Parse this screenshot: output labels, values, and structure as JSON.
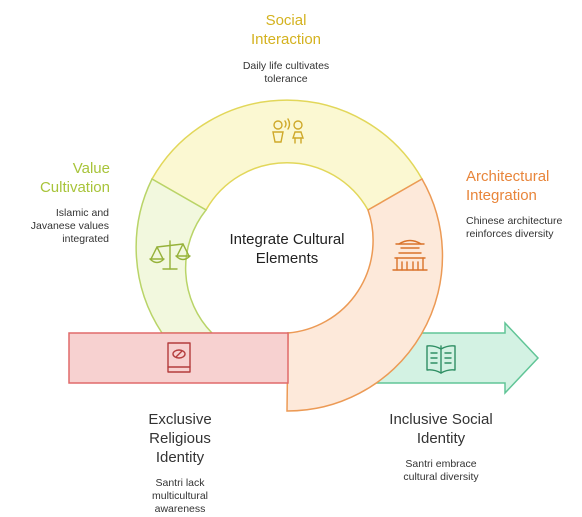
{
  "center": {
    "line1": "Integrate Cultural",
    "line2": "Elements"
  },
  "social": {
    "title_line1": "Social",
    "title_line2": "Interaction",
    "desc_line1": "Daily life cultivates",
    "desc_line2": "tolerance",
    "icon": "people-icon"
  },
  "value": {
    "title_line1": "Value",
    "title_line2": "Cultivation",
    "desc_line1": "Islamic and",
    "desc_line2": "Javanese values",
    "desc_line3": "integrated",
    "icon": "scales-icon"
  },
  "architecture": {
    "title_line1": "Architectural",
    "title_line2": "Integration",
    "desc_line1": "Chinese architecture",
    "desc_line2": "reinforces diversity",
    "icon": "pagoda-icon"
  },
  "exclusive": {
    "title_line1": "Exclusive",
    "title_line2": "Religious",
    "title_line3": "Identity",
    "desc_line1": "Santri lack",
    "desc_line2": "multicultural",
    "desc_line3": "awareness",
    "icon": "book-icon"
  },
  "inclusive": {
    "title_line1": "Inclusive Social",
    "title_line2": "Identity",
    "desc_line1": "Santri embrace",
    "desc_line2": "cultural diversity",
    "icon": "open-book-icon"
  },
  "colors": {
    "yellow_fill": "#fbf8d2",
    "yellow_stroke": "#e2d75a",
    "green_fill": "#f2f8de",
    "green_stroke": "#b9d468",
    "orange_fill": "#fde9da",
    "orange_stroke": "#ec9a55",
    "red_fill": "#f7d1d0",
    "red_stroke": "#e06a6a",
    "teal_fill": "#d3f2e3",
    "teal_stroke": "#61c597"
  }
}
